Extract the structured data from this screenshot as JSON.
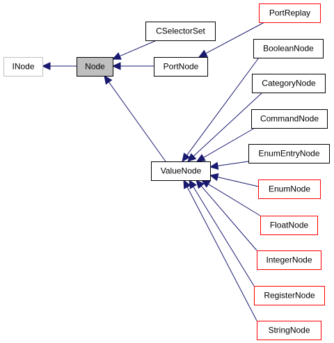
{
  "colors": {
    "edge": "#191970",
    "border_normal": "#000000",
    "border_documented_red": "#ff0000",
    "border_external": "#bfbfbf",
    "text_external": "#8c8c8c",
    "fill_focus": "#bfbfbf",
    "fill_default": "#ffffff"
  },
  "nodes": [
    {
      "id": "INode",
      "label": "INode",
      "style": "external"
    },
    {
      "id": "Node",
      "label": "Node",
      "style": "focus"
    },
    {
      "id": "CSelectorSet",
      "label": "CSelectorSet",
      "style": "normal"
    },
    {
      "id": "PortNode",
      "label": "PortNode",
      "style": "normal"
    },
    {
      "id": "PortReplay",
      "label": "PortReplay",
      "style": "red"
    },
    {
      "id": "ValueNode",
      "label": "ValueNode",
      "style": "normal"
    },
    {
      "id": "BooleanNode",
      "label": "BooleanNode",
      "style": "normal"
    },
    {
      "id": "CategoryNode",
      "label": "CategoryNode",
      "style": "normal"
    },
    {
      "id": "CommandNode",
      "label": "CommandNode",
      "style": "normal"
    },
    {
      "id": "EnumEntryNode",
      "label": "EnumEntryNode",
      "style": "normal"
    },
    {
      "id": "EnumNode",
      "label": "EnumNode",
      "style": "red"
    },
    {
      "id": "FloatNode",
      "label": "FloatNode",
      "style": "red"
    },
    {
      "id": "IntegerNode",
      "label": "IntegerNode",
      "style": "red"
    },
    {
      "id": "RegisterNode",
      "label": "RegisterNode",
      "style": "red"
    },
    {
      "id": "StringNode",
      "label": "StringNode",
      "style": "red"
    }
  ],
  "edges": [
    {
      "from": "Node",
      "to": "INode"
    },
    {
      "from": "CSelectorSet",
      "to": "Node"
    },
    {
      "from": "PortNode",
      "to": "Node"
    },
    {
      "from": "ValueNode",
      "to": "Node"
    },
    {
      "from": "PortReplay",
      "to": "PortNode"
    },
    {
      "from": "BooleanNode",
      "to": "ValueNode"
    },
    {
      "from": "CategoryNode",
      "to": "ValueNode"
    },
    {
      "from": "CommandNode",
      "to": "ValueNode"
    },
    {
      "from": "EnumEntryNode",
      "to": "ValueNode"
    },
    {
      "from": "EnumNode",
      "to": "ValueNode"
    },
    {
      "from": "FloatNode",
      "to": "ValueNode"
    },
    {
      "from": "IntegerNode",
      "to": "ValueNode"
    },
    {
      "from": "RegisterNode",
      "to": "ValueNode"
    },
    {
      "from": "StringNode",
      "to": "ValueNode"
    }
  ]
}
